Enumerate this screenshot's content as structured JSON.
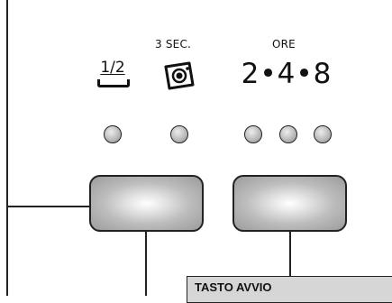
{
  "panel": {
    "half_label": "1/2",
    "timer_label": "3 SEC.",
    "hours_label": "ORE",
    "hours_values": "2•4•8",
    "start_callout": "TASTO AVVIO"
  },
  "icons": [
    "half-load-tray-icon",
    "timer-3-sec-icon"
  ],
  "colors": {
    "line": "#222222",
    "led": "#b8b8b8",
    "callout_bg": "#d6d6d6"
  }
}
